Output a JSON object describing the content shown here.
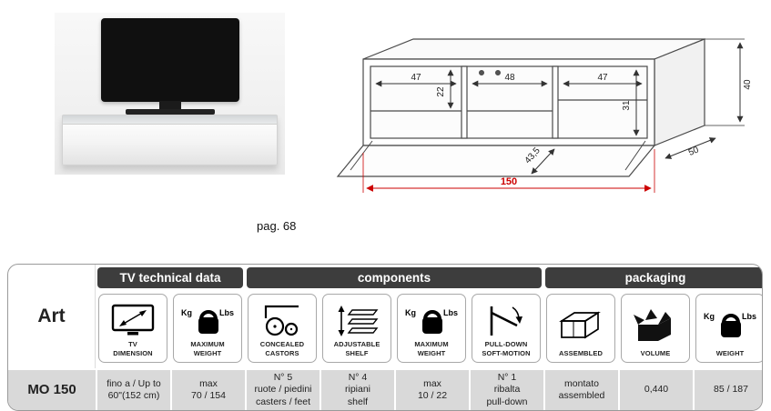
{
  "page": {
    "page_ref": "pag. 68"
  },
  "drawing": {
    "labels": {
      "bay1_width": "47",
      "bay2_width": "48",
      "bay3_width": "47",
      "bay_height": "22",
      "flap_depth": "43,5",
      "bay3_height": "31",
      "total_width": "150",
      "depth": "50",
      "height": "40"
    },
    "colors": {
      "dim_red": "#cc0000",
      "line": "#4a4a4a"
    }
  },
  "table": {
    "art_header": "Art",
    "art_value": "MO 150",
    "groups": [
      {
        "label": "TV technical data"
      },
      {
        "label": "components"
      },
      {
        "label": "packaging"
      }
    ],
    "columns": [
      {
        "caption": "TV\nDIMENSION",
        "value": "fino a / Up to\n60\"(152 cm)"
      },
      {
        "caption": "MAXIMUM\nWEIGHT",
        "kg": "Kg",
        "lbs": "Lbs",
        "value": "max\n70 / 154"
      },
      {
        "caption": "CONCEALED\nCASTORS",
        "value": "N° 5\nruote / piedini\ncasters / feet"
      },
      {
        "caption": "ADJUSTABLE\nSHELF",
        "value": "N° 4\nripiani\nshelf"
      },
      {
        "caption": "MAXIMUM\nWEIGHT",
        "kg": "Kg",
        "lbs": "Lbs",
        "value": "max\n10 / 22"
      },
      {
        "caption": "PULL-DOWN\nSOFT-MOTION",
        "value": "N° 1\nribalta\npull-down"
      },
      {
        "caption": "ASSEMBLED",
        "value": "montato\nassembled"
      },
      {
        "caption": "VOLUME",
        "value": "0,440"
      },
      {
        "caption": "WEIGHT",
        "kg": "Kg",
        "lbs": "Lbs",
        "value": "85 / 187"
      }
    ],
    "colors": {
      "header_bg": "#3d3d3d",
      "header_text": "#ffffff",
      "data_row_bg": "#d9d9d9"
    }
  }
}
